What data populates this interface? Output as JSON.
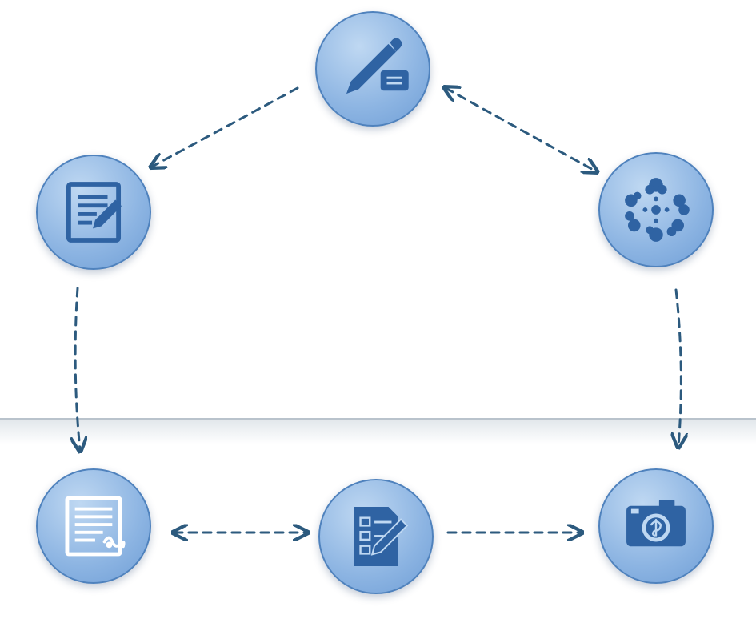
{
  "diagram": {
    "nodes": [
      {
        "id": "top",
        "icon": "pen-and-card-icon"
      },
      {
        "id": "left",
        "icon": "document-edit-icon"
      },
      {
        "id": "right",
        "icon": "flower-cluster-icon"
      },
      {
        "id": "bottom-left",
        "icon": "document-signature-icon"
      },
      {
        "id": "bottom-middle",
        "icon": "checklist-edit-icon"
      },
      {
        "id": "bottom-right",
        "icon": "camera-icon"
      }
    ],
    "edges": [
      {
        "from": "top",
        "to": "left",
        "style": "dashed",
        "direction": "forward"
      },
      {
        "from": "top",
        "to": "right",
        "style": "dashed",
        "direction": "both"
      },
      {
        "from": "left",
        "to": "bottom-left",
        "style": "dashed",
        "direction": "forward"
      },
      {
        "from": "right",
        "to": "bottom-right",
        "style": "dashed",
        "direction": "forward"
      },
      {
        "from": "bottom-left",
        "to": "bottom-middle",
        "style": "dashed",
        "direction": "both"
      },
      {
        "from": "bottom-middle",
        "to": "bottom-right",
        "style": "dashed",
        "direction": "forward"
      }
    ],
    "colors": {
      "node_fill": "#8cb4e2",
      "node_border": "#4f82bd",
      "icon": "#2f63a3",
      "icon_light": "#ffffff",
      "arrow": "#2c5a7e",
      "divider": "#b9c3cc"
    }
  }
}
